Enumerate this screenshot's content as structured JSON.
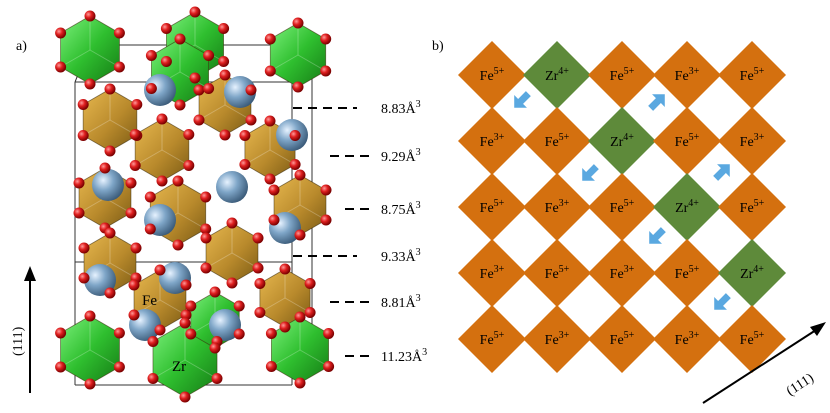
{
  "panels": {
    "a": {
      "label": "a)",
      "axis_label": "(111)",
      "atom_labels": [
        "Fe",
        "Zr"
      ],
      "volumes": [
        "8.83Å",
        "9.29Å",
        "8.75Å",
        "9.33Å",
        "8.81Å",
        "11.23Å"
      ],
      "volume_exponent": "3"
    },
    "b": {
      "label": "b)",
      "axis_label": "(111)",
      "rows": [
        [
          "Fe5+",
          "Zr4+",
          "Fe5+",
          "Fe3+",
          "Fe5+"
        ],
        [
          "Fe3+",
          "Fe5+",
          "Zr4+",
          "Fe5+",
          "Fe3+"
        ],
        [
          "Fe5+",
          "Fe3+",
          "Fe5+",
          "Zr4+",
          "Fe5+"
        ],
        [
          "Fe3+",
          "Fe5+",
          "Fe3+",
          "Fe5+",
          "Zr4+"
        ],
        [
          "Fe5+",
          "Fe3+",
          "Fe5+",
          "Fe3+",
          "Fe5+"
        ]
      ]
    }
  },
  "colors": {
    "fe_tile": "#d4700f",
    "zr_tile": "#5e8a3a",
    "arrow": "#5aa8e0",
    "fe_octahedron": "#b98a2c",
    "zr_octahedron": "#2fbf2f",
    "oxygen": "#d41818",
    "cation": "#7fa6c8"
  }
}
